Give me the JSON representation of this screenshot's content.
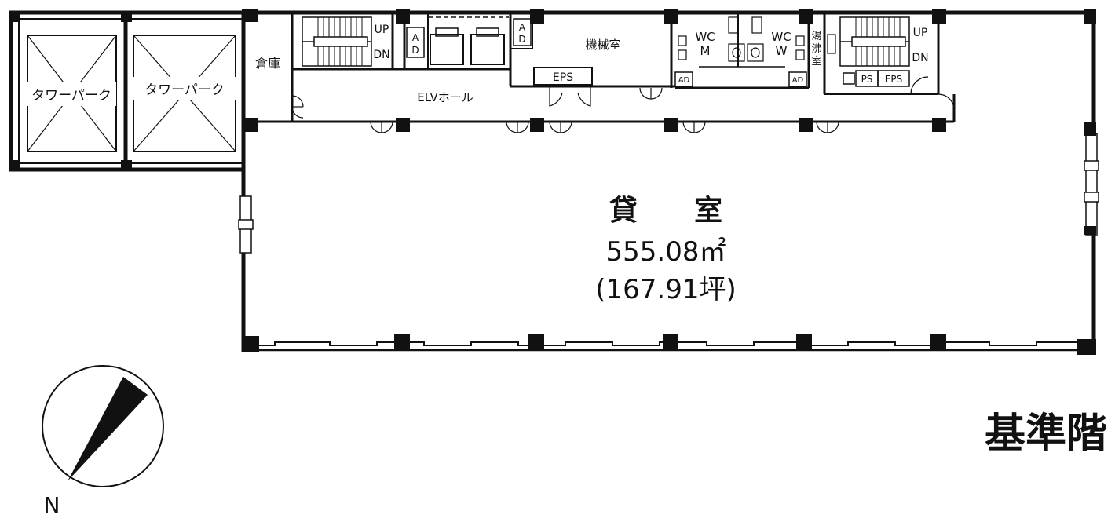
{
  "floor_title": "基準階",
  "compass": {
    "north_label": "N"
  },
  "tenant": {
    "name": "貸　　室",
    "area_m2": "555.08㎡",
    "area_tsubo": "(167.91坪)"
  },
  "rooms": {
    "tower_park_1": "タワーパーク",
    "tower_park_2": "タワーパーク",
    "storage": "倉庫",
    "elv_hall": "ELVホール",
    "machine_room": "機械室",
    "eps_center": "EPS",
    "wc_m_line1": "WC",
    "wc_m_line2": "M",
    "wc_w_line1": "WC",
    "wc_w_line2": "W",
    "kitchen": [
      "湯",
      "沸",
      "室"
    ],
    "ps": "PS",
    "eps_right": "EPS",
    "ad_1": [
      "A",
      "D"
    ],
    "ad_2": [
      "A",
      "D"
    ],
    "ad_3": "AD",
    "ad_4": "AD",
    "stair_left_up": "UP",
    "stair_left_dn": "DN",
    "stair_right_up": "UP",
    "stair_right_dn": "DN"
  }
}
